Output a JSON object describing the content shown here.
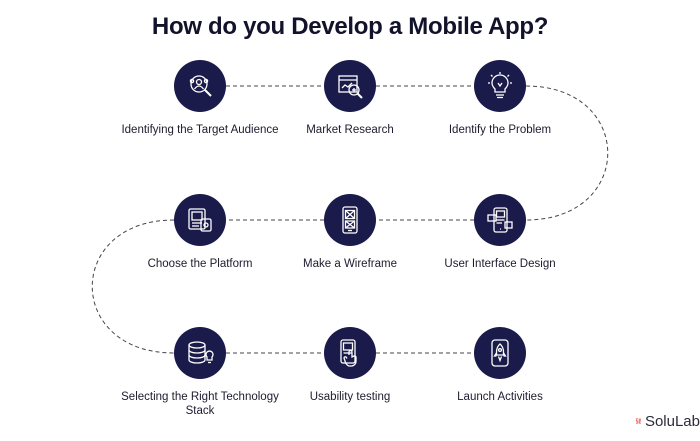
{
  "title": "How do you Develop a Mobile App?",
  "steps": [
    {
      "label": "Identifying the Target Audience",
      "icon": "target-audience-icon"
    },
    {
      "label": "Market Research",
      "icon": "market-research-icon"
    },
    {
      "label": "Identify the Problem",
      "icon": "lightbulb-problem-icon"
    },
    {
      "label": "Choose the Platform",
      "icon": "platform-icon"
    },
    {
      "label": "Make a Wireframe",
      "icon": "wireframe-icon"
    },
    {
      "label": "User Interface Design",
      "icon": "ui-design-icon"
    },
    {
      "label": "Selecting the Right Technology Stack",
      "icon": "technology-stack-icon"
    },
    {
      "label": "Usability testing",
      "icon": "usability-testing-icon"
    },
    {
      "label": "Launch Activities",
      "icon": "rocket-launch-icon"
    }
  ],
  "brand": {
    "text": "SoluLab",
    "mark": "solulab-logo-icon"
  },
  "colors": {
    "circle": "#1a1b4b",
    "icon": "#ffffff",
    "connector": "#444444",
    "brand_mark": "#e53935"
  }
}
